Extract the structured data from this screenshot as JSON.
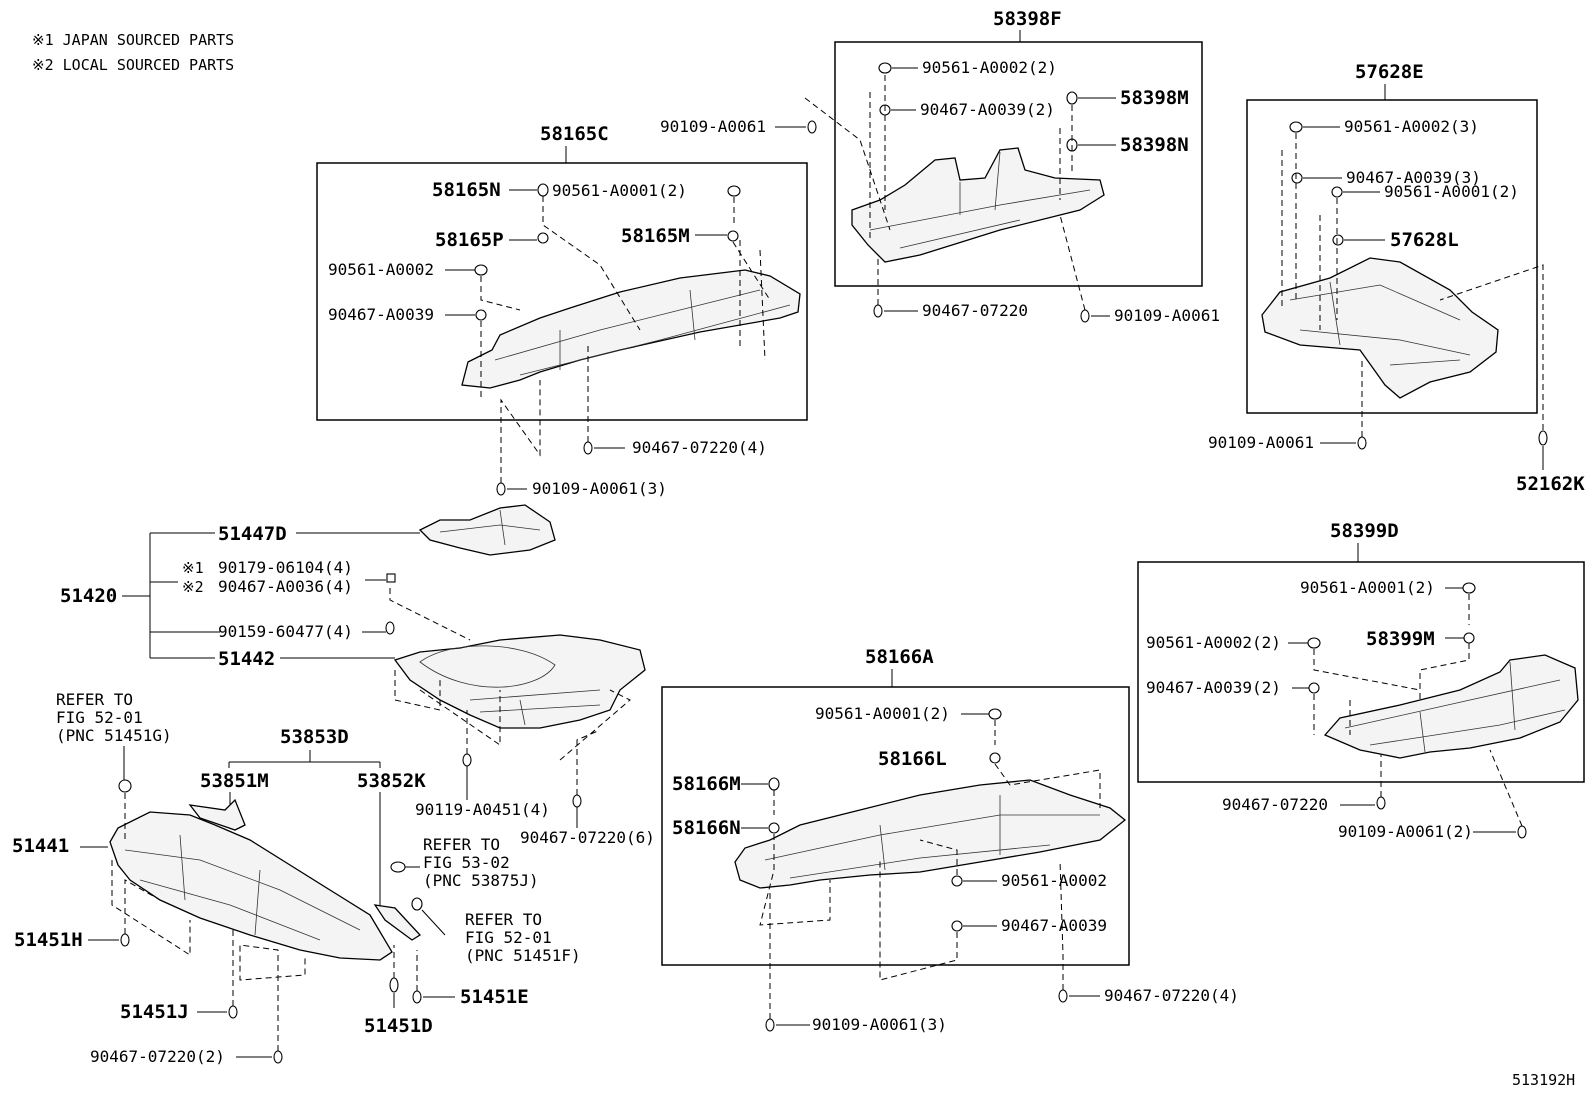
{
  "notes": {
    "note1": "※1  JAPAN SOURCED PARTS",
    "note2": "※2  LOCAL SOURCED PARTS"
  },
  "figure_code": "513192H",
  "groups": {
    "g58398F": {
      "title": "58398F",
      "items": [
        "90561-A0002(2)",
        "90467-A0039(2)",
        "58398M",
        "58398N",
        "90109-A0061",
        "90467-07220",
        "90109-A0061"
      ]
    },
    "g57628E": {
      "title": "57628E",
      "items": [
        "90561-A0002(3)",
        "90467-A0039(3)",
        "90561-A0001(2)",
        "57628L",
        "90109-A0061",
        "52162K"
      ]
    },
    "g58165C": {
      "title": "58165C",
      "items": [
        "58165N",
        "90561-A0001(2)",
        "58165P",
        "58165M",
        "90561-A0002",
        "90467-A0039",
        "90467-07220(4)",
        "90109-A0061(3)"
      ]
    },
    "g51420": {
      "title": "51420",
      "items": [
        "51447D",
        "※1",
        "90179-06104(4)",
        "※2",
        "90467-A0036(4)",
        "90159-60477(4)",
        "51442",
        "90119-A0451(4)",
        "90467-07220(6)"
      ]
    },
    "g58399D": {
      "title": "58399D",
      "items": [
        "90561-A0001(2)",
        "90561-A0002(2)",
        "58399M",
        "90467-A0039(2)",
        "90467-07220",
        "90109-A0061(2)"
      ]
    },
    "g58166A": {
      "title": "58166A",
      "items": [
        "90561-A0001(2)",
        "58166L",
        "58166M",
        "58166N",
        "90561-A0002",
        "90467-A0039",
        "90109-A0061(3)",
        "90467-07220(4)"
      ]
    },
    "g51441": {
      "title": "53853D",
      "items": [
        "REFER TO",
        "FIG 52-01",
        "(PNC 51451G)",
        "53851M",
        "53852K",
        "51441",
        "51451H",
        "51451J",
        "90467-07220(2)",
        "51451D",
        "51451E",
        "REFER TO",
        "FIG 53-02",
        "(PNC 53875J)",
        "REFER TO",
        "FIG 52-01",
        "(PNC 51451F)"
      ]
    }
  }
}
